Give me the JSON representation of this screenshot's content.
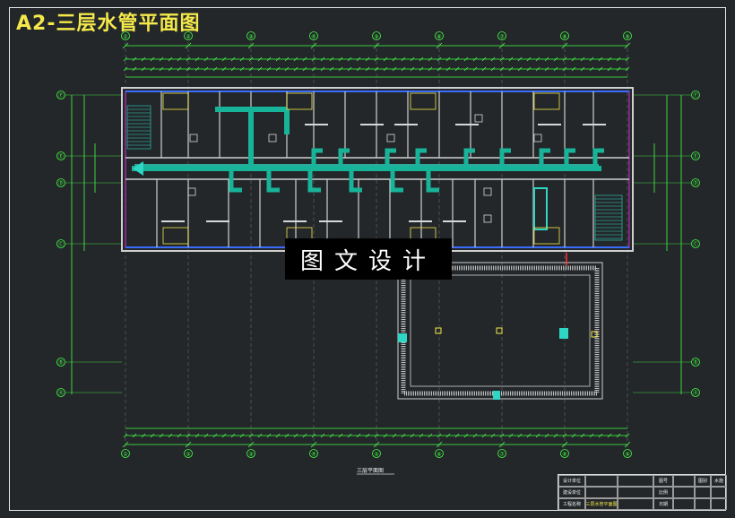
{
  "title": "A2-三层水管平面图",
  "watermark": "图文设计",
  "colors": {
    "background": "#23272a",
    "frame": "#e8e8e8",
    "title": "#f4e84a",
    "dimension": "#44ff44",
    "wall": "#cfcfcf",
    "pipe_main": "#18b49a",
    "pipe_branch": "#2fd6c4",
    "accent_magenta": "#ff33ff",
    "accent_blue": "#3a6cff",
    "fixture": "#f4e84a"
  },
  "axis_labels_top": [
    "①",
    "②",
    "③",
    "④",
    "⑤",
    "⑥",
    "⑦",
    "⑧",
    "⑨"
  ],
  "axis_labels_bottom": [
    "①",
    "②",
    "③",
    "④",
    "⑤",
    "⑥",
    "⑦",
    "⑧",
    "⑨"
  ],
  "axis_labels_side": [
    "Ⓕ",
    "Ⓔ",
    "Ⓓ",
    "Ⓒ",
    "Ⓑ",
    "Ⓐ"
  ],
  "plan_caption": "三层平面图",
  "title_block": {
    "rows": [
      [
        "设计单位",
        "",
        "",
        "图号",
        "",
        "图别",
        "水施"
      ],
      [
        "建设单位",
        "",
        "",
        "比例",
        "",
        "",
        ""
      ],
      [
        "工程名称",
        "三层水管平面图",
        "",
        "日期",
        "",
        "",
        ""
      ]
    ]
  }
}
